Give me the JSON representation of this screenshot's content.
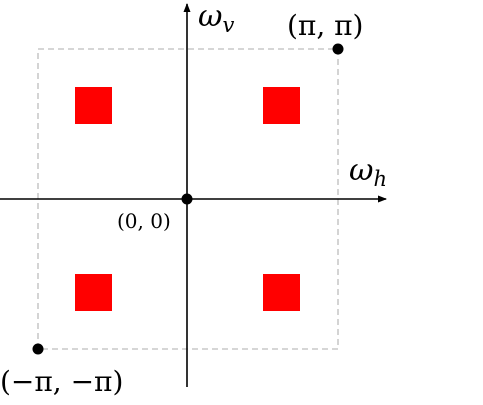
{
  "axes": {
    "horizontal_label": "ω",
    "horizontal_subscript": "h",
    "vertical_label": "ω",
    "vertical_subscript": "v"
  },
  "points": {
    "origin": "(0, 0)",
    "top_right": "(π, π)",
    "bottom_left": "(−π, −π)"
  },
  "colors": {
    "square_fill": "#ff0000",
    "dashed_box": "#bdbdbd",
    "axis": "#000000"
  }
}
